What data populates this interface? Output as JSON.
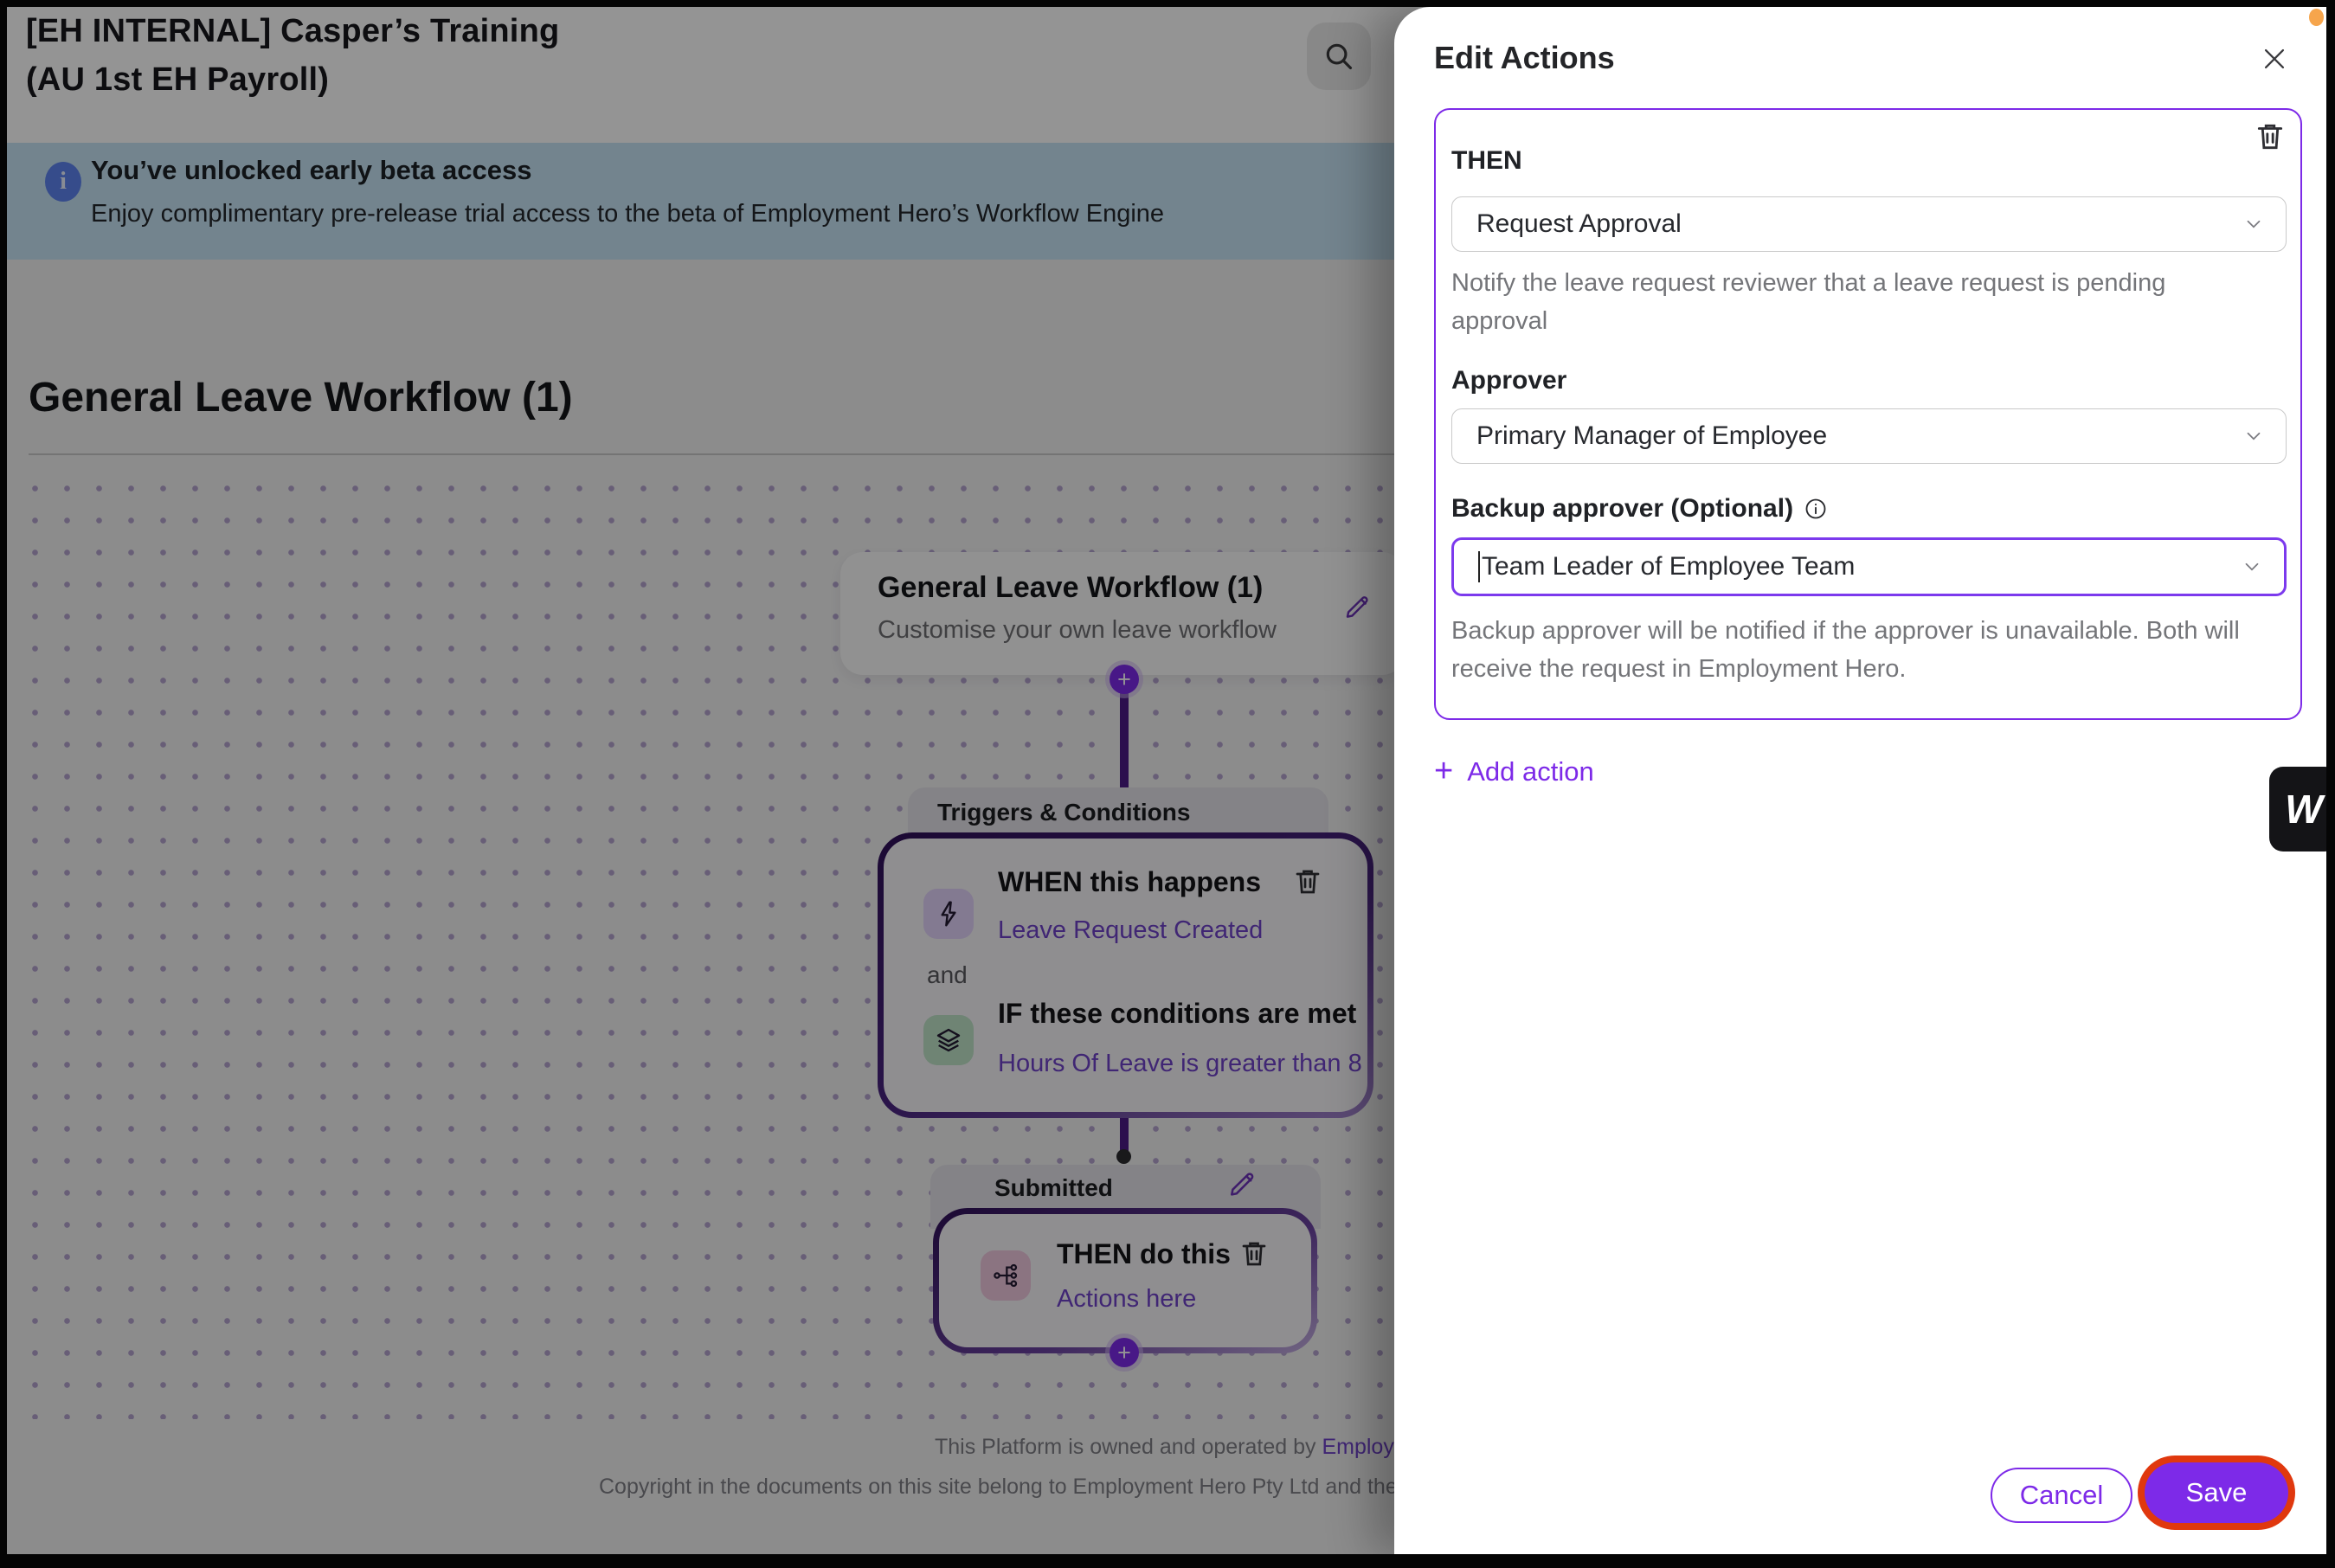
{
  "header": {
    "title_line1": "[EH INTERNAL] Casper’s Training",
    "title_line2": "(AU 1st EH Payroll)"
  },
  "banner": {
    "info_glyph": "i",
    "title": "You’ve unlocked early beta access",
    "body": "Enjoy complimentary pre-release trial access to the beta of Employment Hero’s Workflow Engine"
  },
  "workflow": {
    "page_heading": "General Leave Workflow (1)",
    "card_title": "General Leave Workflow (1)",
    "card_subtitle": "Customise your own leave workflow",
    "triggers_tab": "Triggers & Conditions",
    "when_title": "WHEN this happens",
    "when_value": "Leave Request Created",
    "and_label": "and",
    "if_title": "IF these conditions are met",
    "if_value": "Hours Of Leave is greater than 8",
    "submitted_tab": "Submitted",
    "then_title": "THEN do this",
    "then_value": "Actions here",
    "plus_glyph": "+"
  },
  "footer": {
    "line1_prefix": "This Platform is owned and operated by ",
    "line1_link": "Employment",
    "line2": "Copyright in the documents on this site belong to Employment Hero Pty Ltd and they cannot b"
  },
  "panel": {
    "title": "Edit Actions",
    "action_card": {
      "then_label": "THEN",
      "then_value": "Request Approval",
      "then_help": "Notify the leave request reviewer that a leave request is pending approval",
      "approver_label": "Approver",
      "approver_value": "Primary Manager of Employee",
      "backup_label": "Backup approver (Optional)",
      "backup_value": "Team Leader of Employee Team",
      "backup_help": "Backup approver will be notified if the approver is unavailable. Both will receive the request in Employment Hero."
    },
    "add_action_plus": "+",
    "add_action_label": "Add action",
    "cancel_label": "Cancel",
    "save_label": "Save"
  },
  "widget": {
    "label": "W"
  },
  "colors": {
    "accent_purple": "#7D2AE8",
    "focused_field_border": "#7C3AED",
    "save_highlight_ring": "#E0380E",
    "canvas_link_purple": "#6F42C9",
    "node_border_dark": "#2F1058",
    "banner_bg": "#C7E4F4",
    "banner_info_blue": "#5E83F0",
    "tile_lavender": "#E2D2FA",
    "tile_green": "#BFE3C9",
    "tile_pink": "#F0C8DF",
    "widget_bg": "#141417",
    "notification_dot_orange": "#F6A54C"
  }
}
